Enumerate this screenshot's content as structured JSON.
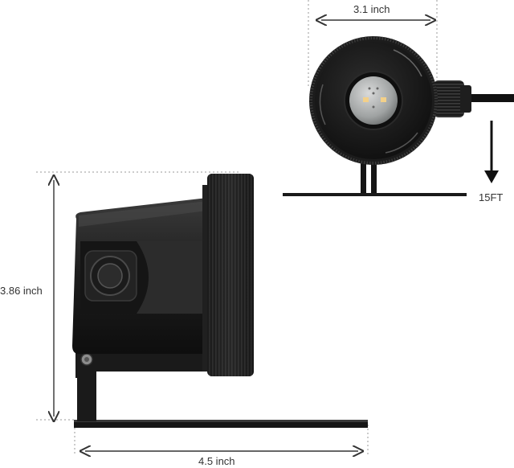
{
  "dimensions": {
    "top_width": "3.1 inch",
    "height": "3.86 inch",
    "bottom_width": "4.5 inch",
    "cable_length": "15FT"
  },
  "colors": {
    "body": "#1c1c1c",
    "dimension_line": "#333333",
    "guide_dots": "#9a9a9a",
    "led": "#f3d089"
  }
}
